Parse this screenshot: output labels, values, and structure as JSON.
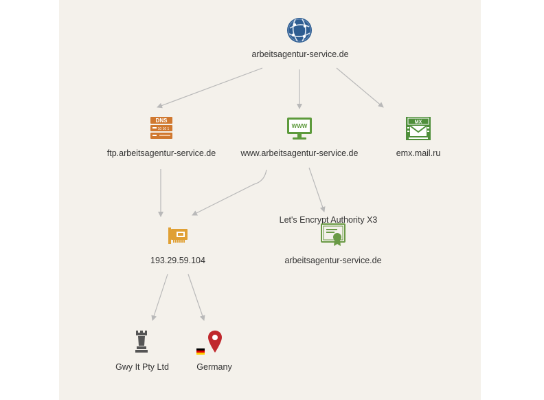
{
  "colors": {
    "background": "#f4f1eb",
    "edge": "#b9b9b9",
    "domain_root": "#2e5d91",
    "dns": "#d0782f",
    "website": "#5d9a3c",
    "mx": "#4f8f3b",
    "ip": "#e0a034",
    "certificate": "#6a9a45",
    "organization": "#555555",
    "location": "#c0282d"
  },
  "nodes": {
    "root": {
      "label": "arbeitsagentur-service.de",
      "icon": "globe-icon"
    },
    "ftp": {
      "label": "ftp.arbeitsagentur-service.de",
      "icon": "dns-server-icon",
      "icon_text": "DNS",
      "icon_subtext": "10 10 1"
    },
    "www": {
      "label": "www.arbeitsagentur-service.de",
      "icon": "website-icon",
      "icon_text": "WWW"
    },
    "mx": {
      "label": "emx.mail.ru",
      "icon": "mx-record-icon",
      "icon_text": "MX"
    },
    "ip": {
      "label": "193.29.59.104",
      "icon": "network-card-icon"
    },
    "cert": {
      "label": "arbeitsagentur-service.de",
      "title": "Let's Encrypt Authority X3",
      "icon": "certificate-icon"
    },
    "org": {
      "label": "Gwy It Pty Ltd",
      "icon": "chess-rook-icon"
    },
    "country": {
      "label": "Germany",
      "icon": "location-pin-icon",
      "flag": "german-flag-icon"
    }
  }
}
